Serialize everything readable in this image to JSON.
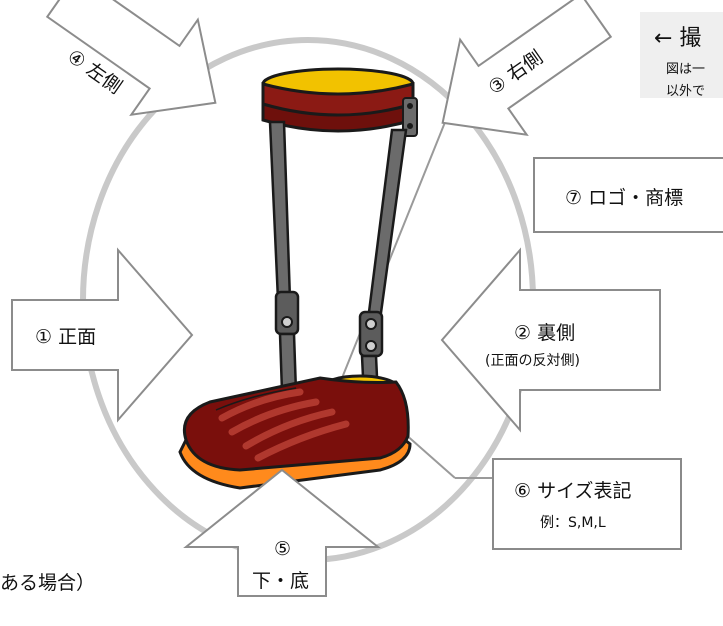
{
  "note": {
    "title": "← 撮",
    "line1": "図は一",
    "line2": "以外で"
  },
  "views": {
    "front": "① 正面",
    "back": "② 裏側",
    "back_note": "(正面の反対側)",
    "right": "③ 右側",
    "left": "④ 左側",
    "bottom_num": "⑤",
    "bottom": "下・底",
    "size": "⑥ サイズ表記",
    "size_example": "例：S,M,L",
    "logo": "⑦ ロゴ・商標"
  },
  "left_edge_text": "ある場合）",
  "colors": {
    "arrow_fill": "#ffffff",
    "arrow_stroke": "#8c8c8c",
    "ring": "#c9c9c9",
    "strap": "#8b1a14",
    "shoe": "#7a0f0c",
    "sole": "#ff8a1c",
    "lining": "#f5c400",
    "bar": "#6b6b6b"
  }
}
